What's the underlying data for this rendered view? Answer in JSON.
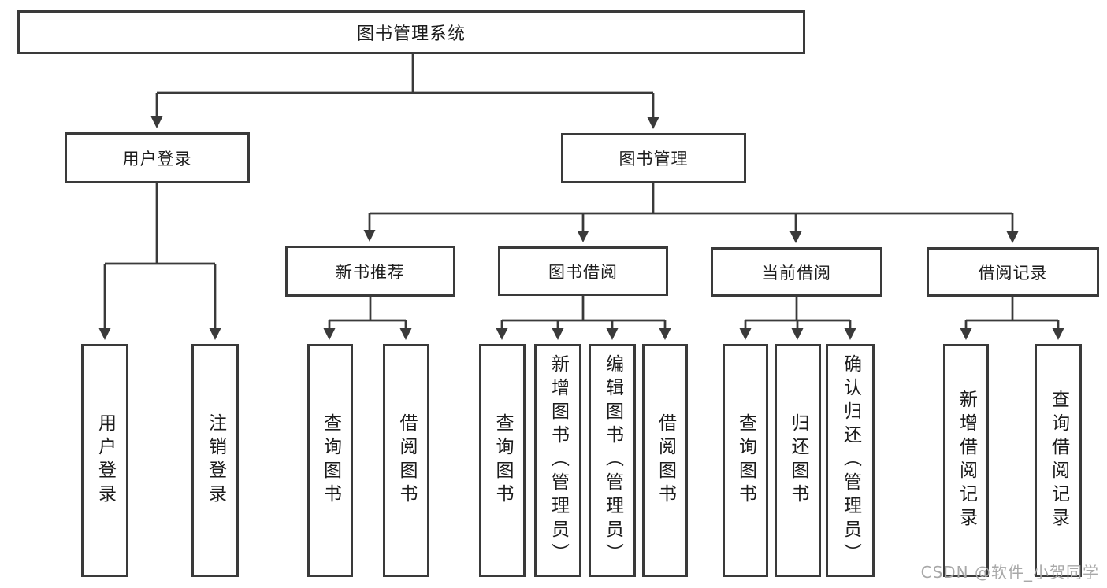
{
  "tree": {
    "label": "图书管理系统",
    "children": [
      {
        "label": "用户登录",
        "children": [
          {
            "label": "用户登录"
          },
          {
            "label": "注销登录"
          }
        ]
      },
      {
        "label": "图书管理",
        "children": [
          {
            "label": "新书推荐",
            "children": [
              {
                "label": "查询图书"
              },
              {
                "label": "借阅图书"
              }
            ]
          },
          {
            "label": "图书借阅",
            "children": [
              {
                "label": "查询图书"
              },
              {
                "label": "新增图书（管理员）"
              },
              {
                "label": "编辑图书（管理员）"
              },
              {
                "label": "借阅图书"
              }
            ]
          },
          {
            "label": "当前借阅",
            "children": [
              {
                "label": "查询图书"
              },
              {
                "label": "归还图书"
              },
              {
                "label": "确认归还（管理员）"
              }
            ]
          },
          {
            "label": "借阅记录",
            "children": [
              {
                "label": "新增借阅记录"
              },
              {
                "label": "查询借阅记录"
              }
            ]
          }
        ]
      }
    ]
  },
  "watermark": "CSDN @软件_小贺同学",
  "colors": {
    "line": "#3a3a3a",
    "text": "#1c1c1c",
    "background": "#ffffff",
    "watermark": "#a8a8a8"
  }
}
